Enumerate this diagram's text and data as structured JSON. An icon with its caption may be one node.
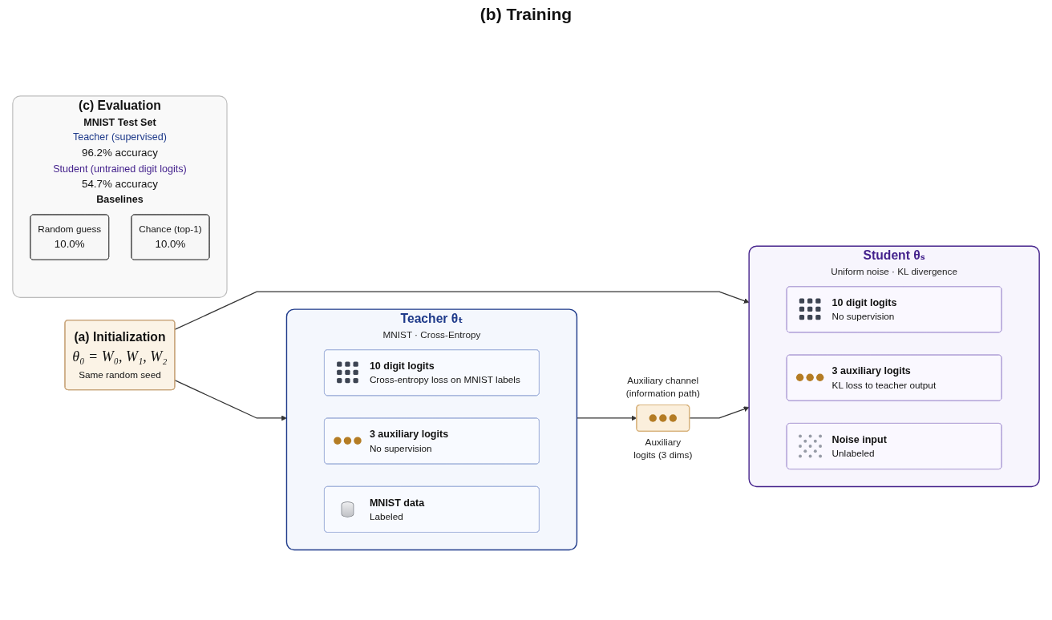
{
  "diagram": {
    "nodes": [
      {
        "text": [
          "(a) Initialization",
          "θ₀ = W₀, W₁, W₂",
          "Same random seed"
        ]
      },
      {
        "text": [
          "Teacher θₜ",
          "MNIST · Cross-Entropy"
        ]
      },
      {
        "text": [
          "10 digit logits",
          "Cross-entropy loss on MNIST labels"
        ],
        "in": 1
      },
      {
        "text": [
          "3 auxiliary logits",
          "No supervision"
        ],
        "in": 1
      },
      {
        "text": [
          "MNIST data",
          "Labeled"
        ],
        "in": 1
      },
      {
        "text": [],
        "shape": "box",
        "beside": [
          "Auxiliary channel (information path)",
          "Auxiliary logits (3 dims)"
        ]
      },
      {
        "text": [
          "Student θₛ",
          "Uniform noise · KL divergence"
        ]
      },
      {
        "text": [
          "10 digit logits",
          "No supervision"
        ],
        "in": 6
      },
      {
        "text": [
          "3 auxiliary logits",
          "KL loss to teacher output"
        ],
        "in": 6
      },
      {
        "text": [
          "Noise input",
          "Unlabeled"
        ],
        "in": 6
      },
      {
        "text": [
          "(c) Evaluation",
          "MNIST Test Set",
          "Teacher (supervised)",
          "96.2% accuracy",
          "Student (untrained digit logits)",
          "54.7% accuracy",
          "Baselines"
        ]
      },
      {
        "text": [
          "Random guess",
          "10.0%"
        ],
        "in": 10
      },
      {
        "text": [
          "Chance (top-1)",
          "10.0%"
        ],
        "in": 10
      }
    ],
    "edges": [
      {
        "from": 0,
        "to": 1,
        "arrow": "to"
      },
      {
        "from": 0,
        "to": 6,
        "arrow": "to"
      },
      {
        "from": 1,
        "to": 5,
        "arrow": "to"
      },
      {
        "from": 5,
        "to": 6,
        "arrow": "to"
      }
    ],
    "labels": [
      "(b) Training"
    ]
  }
}
